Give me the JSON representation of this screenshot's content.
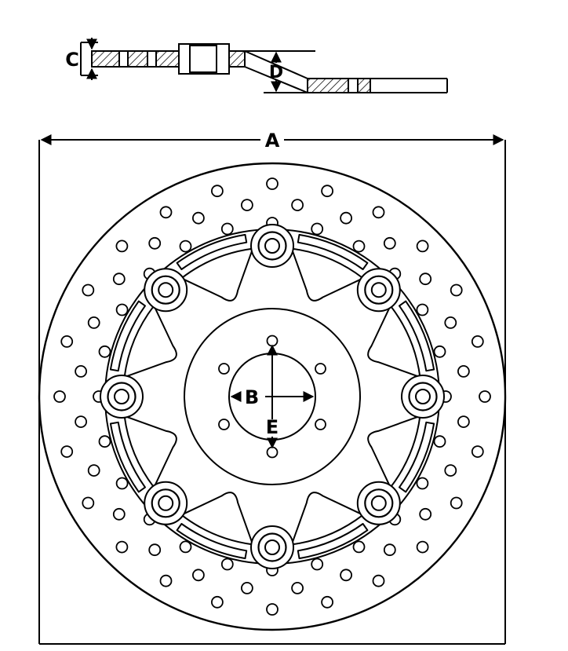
{
  "figure": {
    "type": "technical-line-diagram",
    "colors": {
      "line": "#000000",
      "background": "#ffffff"
    },
    "labels": {
      "outer_diameter": "A",
      "bore_diameter": "B",
      "thickness": "C",
      "offset_height": "D",
      "bolt_circle": "E"
    },
    "front_view": {
      "bobbin_count": 8,
      "bolt_hole_count": 6,
      "drill_hole_rings": [
        {
          "radius": 271,
          "count": 24,
          "offset_deg": 0
        },
        {
          "radius": 246,
          "count": 24,
          "offset_deg": 7.5
        },
        {
          "radius": 221,
          "count": 24,
          "offset_deg": 0
        }
      ]
    }
  }
}
